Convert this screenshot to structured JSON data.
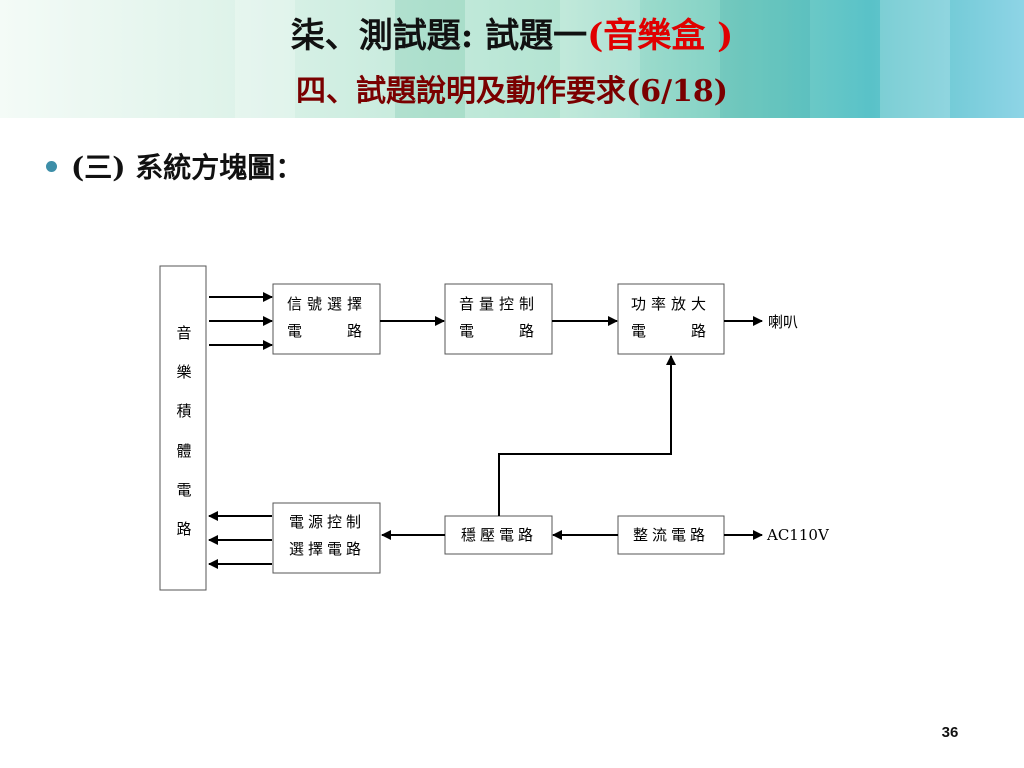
{
  "header": {
    "title_part1": "柒、測試題: 試題一",
    "title_part2": "(音樂盒 )",
    "subtitle": "四、試題說明及動作要求(6/18)"
  },
  "bullet": {
    "text": "(三) 系統方塊圖："
  },
  "diagram": {
    "ic_chars": [
      "音",
      "樂",
      "積",
      "體",
      "電",
      "路"
    ],
    "signal_select": [
      "信號選擇",
      "電　　路"
    ],
    "volume_control": [
      "音量控制",
      "電　　路"
    ],
    "power_amp": [
      "功率放大",
      "電　　路"
    ],
    "speaker": "喇叭",
    "power_select": [
      "電源控制",
      "選擇電路"
    ],
    "regulator": "穩壓電路",
    "rectifier": "整流電路",
    "ac_input": "AC110V"
  },
  "footer": {
    "page_number": "36"
  }
}
